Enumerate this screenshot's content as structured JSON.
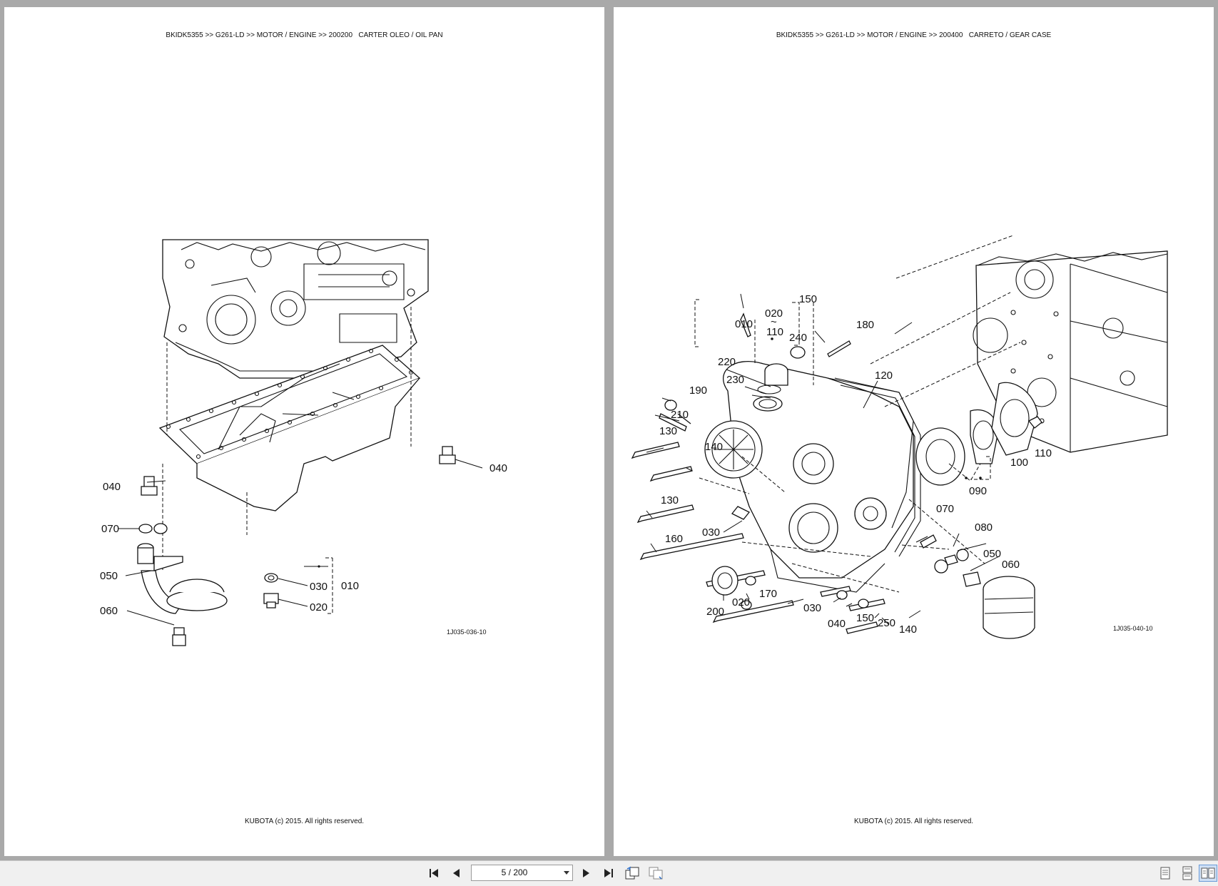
{
  "pages": [
    {
      "header": "BKIDK5355 >> G261-LD >> MOTOR / ENGINE >> 200200   CARTER OLEO / OIL PAN",
      "footer": "KUBOTA (c) 2015. All rights reserved.",
      "figure_id": "1J035-036-10",
      "callouts": [
        "040",
        "040",
        "070",
        "050",
        "060",
        "030",
        "010",
        "020"
      ]
    },
    {
      "header": "BKIDK5355 >> G261-LD >> MOTOR / ENGINE >> 200400   CARRETO / GEAR CASE",
      "footer": "KUBOTA (c) 2015. All rights reserved.",
      "figure_id": "1J035-040-10",
      "callouts": [
        "150",
        "020",
        "~",
        "110",
        "010",
        "240",
        "180",
        "220",
        "230",
        "120",
        "190",
        "210",
        "130",
        "140",
        "100",
        "110",
        "090",
        "130",
        "070",
        "080",
        "030",
        "160",
        "050",
        "060",
        "200",
        "020",
        "170",
        "030",
        "040",
        "150",
        "250",
        "140"
      ]
    }
  ],
  "toolbar": {
    "page_display": "5 / 200",
    "buttons": [
      "first-page",
      "previous-page",
      "next-page",
      "last-page",
      "rotate-view",
      "copy-view",
      "single-page-view",
      "continuous-view",
      "two-page-view"
    ]
  }
}
